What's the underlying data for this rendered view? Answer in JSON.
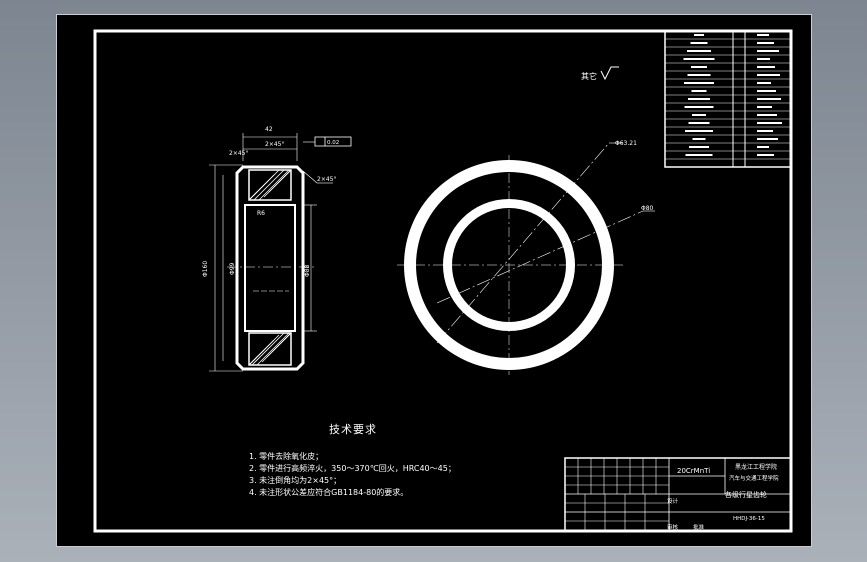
{
  "drawing": {
    "other_roughness_label": "其它",
    "tech_requirements": {
      "title": "技术要求",
      "items": [
        "1. 零件去除氧化皮；",
        "2. 零件进行高频淬火，350～370℃回火，HRC40～45；",
        "3. 未注倒角均为2×45°；",
        "4. 未注形状公差应符合GB1184-80的要求。"
      ]
    },
    "dimensions": {
      "width_top": "42",
      "chamfer_a": "2×45°",
      "chamfer_b": "2×45°",
      "chamfer_c": "2×45°",
      "dia_outer": "Φ160",
      "dia_mid": "Φ99",
      "dia_inner": "Φ88",
      "radius_label": "R6",
      "gdt_value": "0.02",
      "leader_a": "Φ63.21",
      "leader_b": "Φ80"
    },
    "title_block": {
      "material": "20CrMnTi",
      "org_line1": "黑龙江工程学院",
      "org_line2": "汽车与交通工程学院",
      "part_name": "各级行星齿轮",
      "drawing_no": "HHDJ-36-15",
      "role_a": "设计",
      "role_b": "审核",
      "role_c": "批准"
    },
    "colors": {
      "line": "#ffffff",
      "background": "#000000",
      "frame": "#c9cdd2"
    }
  }
}
